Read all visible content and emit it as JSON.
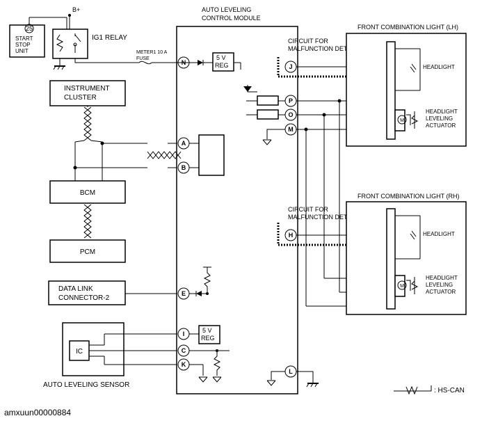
{
  "diagram": {
    "power": {
      "bplus": "B+",
      "ig1_relay": "IG1 RELAY",
      "fuse": [
        "METER1 10 A",
        "FUSE"
      ]
    },
    "start_stop_unit": {
      "pin": "25",
      "lines": [
        "START",
        "STOP",
        "UNIT"
      ]
    },
    "module": {
      "title_lines": [
        "AUTO LEVELING",
        "CONTROL MODULE"
      ],
      "reg_top": [
        "5 V",
        "REG"
      ],
      "reg_bottom": [
        "5 V",
        "REG"
      ]
    },
    "pins": {
      "N": "N",
      "A": "A",
      "B": "B",
      "E": "E",
      "I": "I",
      "C": "C",
      "K": "K",
      "L": "L",
      "J": "J",
      "P": "P",
      "O": "O",
      "M": "M",
      "H": "H"
    },
    "instrument_cluster": [
      "INSTRUMENT",
      "CLUSTER"
    ],
    "bcm": "BCM",
    "pcm": "PCM",
    "dlc": [
      "DATA LINK",
      "CONNECTOR-2"
    ],
    "sensor": {
      "ic": "IC",
      "label": "AUTO LEVELING SENSOR"
    },
    "lh": {
      "title": "FRONT COMBINATION LIGHT (LH)",
      "circuit": [
        "CIRCUIT FOR",
        "MALFUNCTION DETECTION"
      ],
      "headlight": "HEADLIGHT",
      "actuator": [
        "HEADLIGHT",
        "LEVELING",
        "ACTUATOR"
      ]
    },
    "rh": {
      "title": "FRONT COMBINATION LIGHT (RH)",
      "circuit": [
        "CIRCUIT FOR",
        "MALFUNCTION DETECTION"
      ],
      "headlight": "HEADLIGHT",
      "actuator": [
        "HEADLIGHT",
        "LEVELING",
        "ACTUATOR"
      ]
    },
    "legend": ": HS-CAN"
  },
  "footer_code": "amxuun00000884"
}
